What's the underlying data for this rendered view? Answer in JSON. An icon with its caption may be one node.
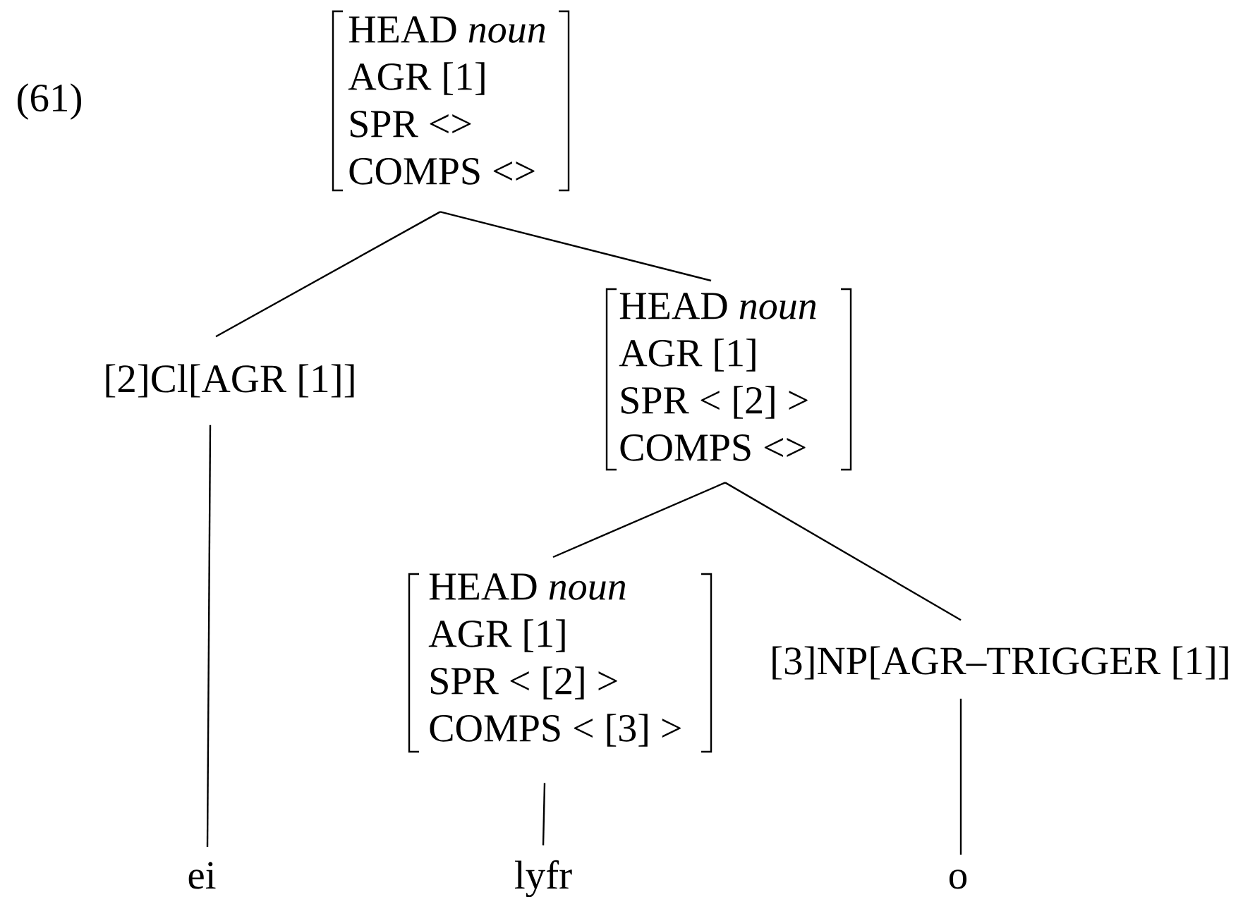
{
  "diagram": {
    "nodes": [
      {
        "text": [
          "HEAD *noun*",
          "AGR [1]",
          "SPR <>",
          "COMPS <>"
        ]
      },
      {
        "text": [
          "[2]Cl[AGR [1]]"
        ]
      },
      {
        "text": [
          "HEAD *noun*",
          "AGR [1]",
          "SPR < [2] >",
          "COMPS <>"
        ]
      },
      {
        "text": [
          "HEAD *noun*",
          "AGR [1]",
          "SPR < [2] >",
          "COMPS < [3] >"
        ]
      },
      {
        "text": [
          "[3]NP[AGR–TRIGGER [1]]"
        ]
      },
      {
        "text": [
          "ei"
        ]
      },
      {
        "text": [
          "lyfr"
        ]
      },
      {
        "text": [
          "o"
        ]
      }
    ],
    "edges": [
      {
        "from": 0,
        "to": 1,
        "arrow": "none"
      },
      {
        "from": 0,
        "to": 2,
        "arrow": "none"
      },
      {
        "from": 1,
        "to": 5,
        "arrow": "none"
      },
      {
        "from": 2,
        "to": 3,
        "arrow": "none"
      },
      {
        "from": 2,
        "to": 4,
        "arrow": "none"
      },
      {
        "from": 3,
        "to": 6,
        "arrow": "none"
      },
      {
        "from": 4,
        "to": 7,
        "arrow": "none"
      }
    ],
    "labels": [
      "(61)"
    ]
  }
}
